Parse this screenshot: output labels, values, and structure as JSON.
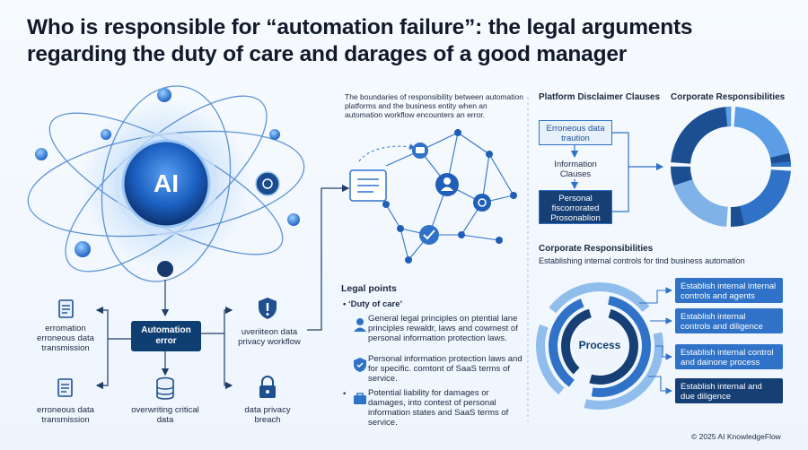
{
  "title": "Who is responsible for “automation failure”: the legal arguments regarding the duty of care and darages of a good manager",
  "hub": {
    "ai_label": "AI",
    "center_label": "Automation error",
    "nodes": [
      {
        "icon": "document-icon",
        "label": "erromation erroneous data transmission"
      },
      {
        "icon": "document-icon",
        "label": "erroneous data transmission"
      },
      {
        "icon": "database-icon",
        "label": "overwriting critical data"
      },
      {
        "icon": "lock-icon",
        "label": "data privacy breach"
      },
      {
        "icon": "warning-shield-icon",
        "label": "uveriiteon data privacy workflow"
      }
    ]
  },
  "boundary_text": "The boundaries of responsibility between automation platforms and the business entity when an automation workflow encounters an error.",
  "legal_points": {
    "heading": "Legal points",
    "bullet": "‘Duty of care’",
    "items": [
      {
        "icon": "person-icon",
        "text": "General legal principles on ptential lane principles rewaldr, laws and cowmest of personal information protection laws."
      },
      {
        "icon": "shield-icon",
        "text": "Personal information protection laws and for specific. comtont of SaaS terms of service."
      },
      {
        "icon": "briefcase-icon",
        "text": "Potential liability for damages or damages, into contest of personal information states and SaaS terms of service."
      }
    ]
  },
  "disclaimer": {
    "heading1": "Platform Disclaimer Clauses",
    "heading2": "Corporate Responsibilities",
    "box1": "Erroneous data traution",
    "middle": "Information Clauses",
    "box2": "Personal fiscorrorated Prosonablion"
  },
  "corporate": {
    "heading": "Corporate Responsibilities",
    "subheading": "Establishing internal controls for tind business automation",
    "process_label": "Process",
    "boxes": [
      "Establish internal internal controls and agents",
      "Establish internal controls and diligence",
      "Establish internal control and dainone process",
      "Establish internal and due diligence"
    ]
  },
  "footer": "© 2025 AI KnowledgeFlow",
  "colors": {
    "navy": "#0f3e72",
    "blue": "#2f72c7",
    "light_blue": "#7fb3e8",
    "text": "#1b2940"
  }
}
